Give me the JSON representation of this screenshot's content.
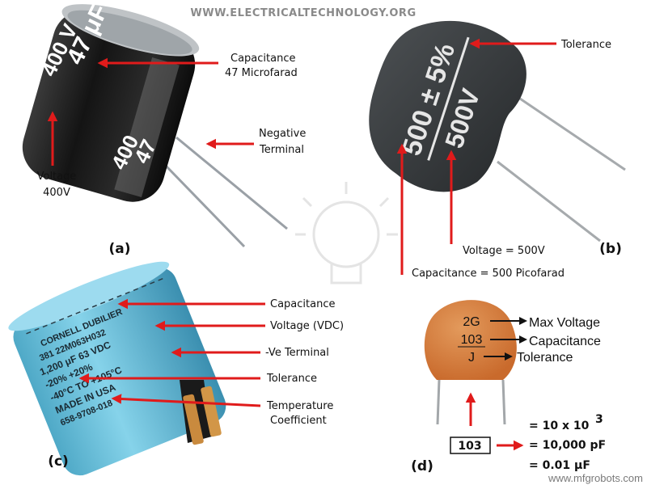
{
  "site_header": "WWW.ELECTRICALTECHNOLOGY.ORG",
  "watermark": "www.mfgrobots.com",
  "colors": {
    "arrow": "#e01b1b",
    "electrolytic_body": "#1d1d1d",
    "ceramic_disc": "#d57a3a",
    "can_body": "#6fc3df",
    "mica_body": "#3a3d40"
  },
  "panel_a": {
    "tag": "(a)",
    "body_print": {
      "cap": "47 μF",
      "volt": "400 V",
      "cap2": "47",
      "volt2": "400"
    },
    "capacitance_label": [
      "Capacitance",
      "47 Microfarad"
    ],
    "negative_label": [
      "Negative",
      "Terminal"
    ],
    "voltage_label": [
      "Voltage",
      "400V"
    ]
  },
  "panel_b": {
    "tag": "(b)",
    "body_print": {
      "top": "500 ± 5%",
      "bottom": "500V"
    },
    "tolerance_label": "Tolerance",
    "voltage_label": "Voltage = 500V",
    "capacitance_label": "Capacitance = 500 Picofarad"
  },
  "panel_c": {
    "tag": "(c)",
    "body_print": [
      "CORNELL DUBILIER",
      "381 22M063H032",
      "1,200 μF 63 VDC",
      "-20% +20%",
      "-40°C TO +105°C",
      "MADE IN USA",
      "658-9708-018"
    ],
    "labels": [
      "Capacitance",
      "Voltage (VDC)",
      "-Ve Terminal",
      "Tolerance",
      "Temperature",
      "Coefficient"
    ]
  },
  "panel_d": {
    "tag": "(d)",
    "disc_codes": [
      "2G",
      "103",
      "J"
    ],
    "code_labels": [
      "Max Voltage",
      "Capacitance",
      "Tolerance"
    ],
    "code_box": "103",
    "equations": [
      "= 10 x 10",
      "3",
      "= 10,000 pF",
      "= 0.01 μF"
    ]
  }
}
